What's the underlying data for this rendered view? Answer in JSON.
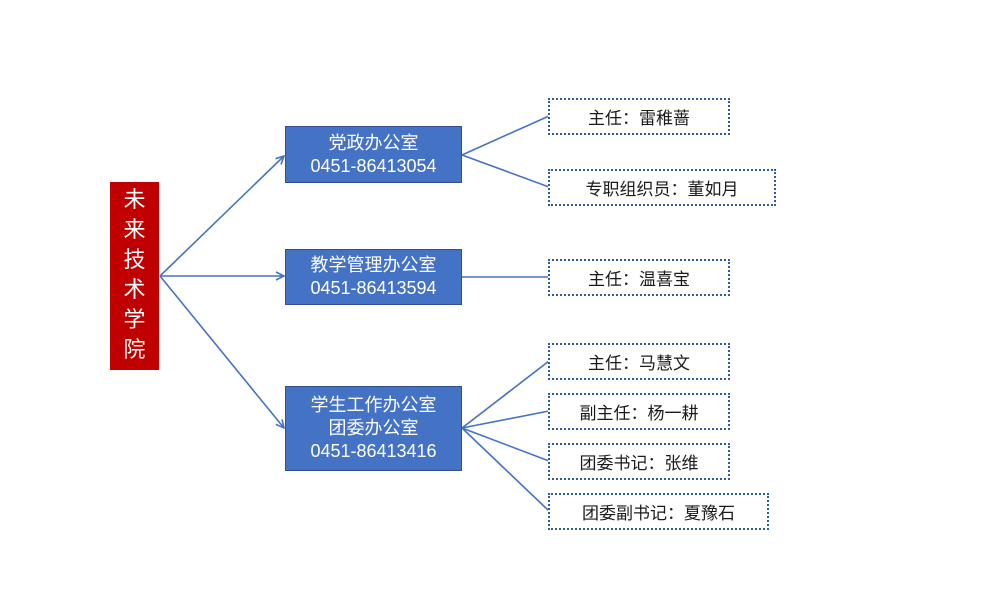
{
  "root": {
    "label": "未来技术学院"
  },
  "departments": [
    {
      "name": "党政办公室",
      "phone": "0451-86413054",
      "staff": [
        "主任：雷稚蔷",
        "专职组织员：董如月"
      ]
    },
    {
      "name": "教学管理办公室",
      "phone": "0451-86413594",
      "staff": [
        "主任：温喜宝"
      ]
    },
    {
      "name": "学生工作办公室",
      "name2": "团委办公室",
      "phone": "0451-86413416",
      "staff": [
        "主任：马慧文",
        "副主任：杨一耕",
        "团委书记：张维",
        "团委副书记：夏豫石"
      ]
    }
  ],
  "colors": {
    "root": "#c00000",
    "department": "#4472c4",
    "connector": "#4472c4",
    "person_border": "#2e5a9e"
  }
}
